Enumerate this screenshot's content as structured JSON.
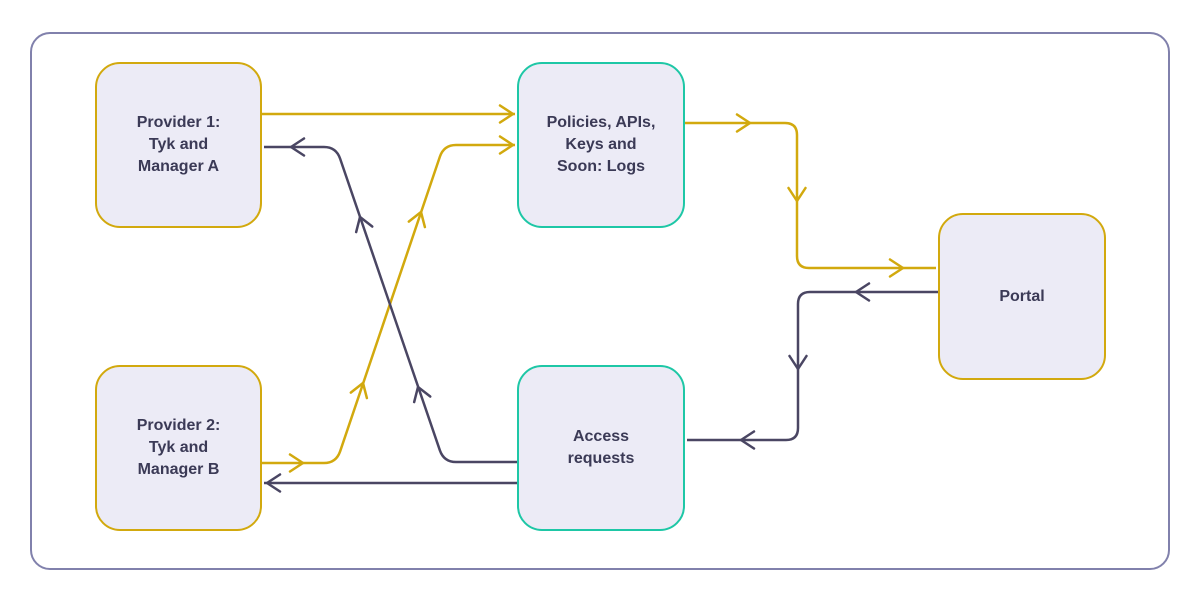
{
  "diagram": {
    "title": "Tyk providers, policies and portal flow diagram",
    "colors": {
      "background": "#ffffff",
      "frame": "#8181AC",
      "gold": "#D2A90E",
      "teal": "#1EC7A6",
      "dark": "#4A4663",
      "node-fill": "#ECEBF6",
      "text": "#3B3A56"
    },
    "nodes": [
      {
        "id": "provider1",
        "label": "Provider 1:\nTyk and\nManager A",
        "border": "gold"
      },
      {
        "id": "policies",
        "label": "Policies, APIs,\nKeys and\nSoon: Logs",
        "border": "teal"
      },
      {
        "id": "portal",
        "label": "Portal",
        "border": "gold"
      },
      {
        "id": "provider2",
        "label": "Provider 2:\nTyk and\nManager B",
        "border": "gold"
      },
      {
        "id": "access",
        "label": "Access\nrequests",
        "border": "teal"
      }
    ],
    "edges": [
      {
        "from": "provider1",
        "to": "policies",
        "color": "gold"
      },
      {
        "from": "provider2",
        "to": "policies",
        "color": "gold"
      },
      {
        "from": "policies",
        "to": "portal",
        "color": "gold"
      },
      {
        "from": "portal",
        "to": "access",
        "color": "dark"
      },
      {
        "from": "access",
        "to": "provider1",
        "color": "dark"
      },
      {
        "from": "access",
        "to": "provider2",
        "color": "dark"
      }
    ]
  }
}
